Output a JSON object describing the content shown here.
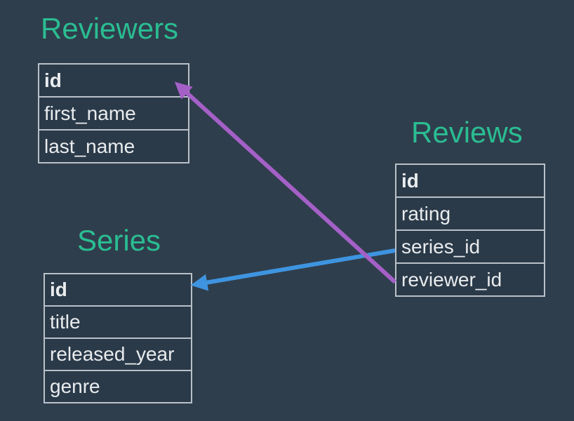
{
  "diagram": {
    "background_color": "#2f3e4c",
    "title_color": "#2abd92",
    "cell_background_color": "#2b3a49",
    "cell_border_color": "#b9c1c9",
    "cell_text_color": "#e9ecee",
    "tables": [
      {
        "name": "Reviewers",
        "columns": [
          "id",
          "first_name",
          "last_name"
        ]
      },
      {
        "name": "Reviews",
        "columns": [
          "id",
          "rating",
          "series_id",
          "reviewer_id"
        ]
      },
      {
        "name": "Series",
        "columns": [
          "id",
          "title",
          "released_year",
          "genre"
        ]
      }
    ],
    "relationships": [
      {
        "from_table": "Reviews",
        "from_column": "reviewer_id",
        "to_table": "Reviewers",
        "to_column": "id",
        "color": "#a560c8"
      },
      {
        "from_table": "Reviews",
        "from_column": "series_id",
        "to_table": "Series",
        "to_column": "id",
        "color": "#3e94e0"
      }
    ]
  }
}
